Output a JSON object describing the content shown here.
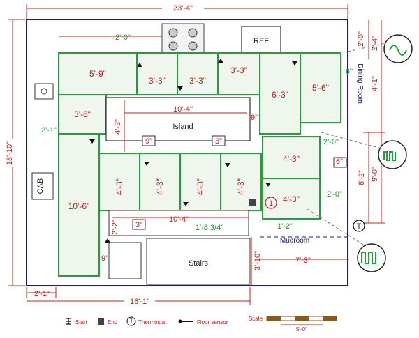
{
  "plan": {
    "overall_width": "23'-4\"",
    "overall_height": "18'-10\"",
    "bottom_width": "16'-1\"",
    "bottom_left": "2'-1\"",
    "left_offset": "2'-1\"",
    "top_clearance": "2'-0\"",
    "right_top_dims": [
      "2'-0\"",
      "2'-4\""
    ],
    "right_side_dims": [
      "4'-1\"",
      "9'-0\"",
      "6'-2\"",
      "3'-10\""
    ],
    "rooms": [
      {
        "id": "r1",
        "label": "5'-9\""
      },
      {
        "id": "r2",
        "label": "3'-3\""
      },
      {
        "id": "r3",
        "label": "3'-3\""
      },
      {
        "id": "r4",
        "label": "3'-3\""
      },
      {
        "id": "r5",
        "label": "6'-3\""
      },
      {
        "id": "r6",
        "label": "5'-6\""
      },
      {
        "id": "r7",
        "label": "3'-6\""
      },
      {
        "id": "r8",
        "label": "10'-6\""
      },
      {
        "id": "r9",
        "label": "4'-3\""
      },
      {
        "id": "r10",
        "label": "4'-3\""
      },
      {
        "id": "r11",
        "label": "4'-3\""
      },
      {
        "id": "r12",
        "label": "4'-3\""
      },
      {
        "id": "r13",
        "label": "4'-3\""
      },
      {
        "id": "r14",
        "label": "4'-3\""
      }
    ],
    "island": {
      "label": "Island",
      "width": "10'-4\"",
      "height": "4'-3\"",
      "side_gap": "9\"",
      "inner_left": "9\"",
      "inner_right": "3\""
    },
    "counter": {
      "width": "10'-4\"",
      "depth": "1'-8 3/4\"",
      "left_gap": "2'-2\"",
      "marker": "3\""
    },
    "labels": {
      "ref": "REF",
      "cab": "CAB",
      "stairs": "Stairs",
      "dining_room": "Dining Room",
      "mudroom": "Mudroom",
      "thermostat": "T",
      "circle_one": "1"
    },
    "misc_dims": {
      "small_6_right": "6\"",
      "small_6_top": "6\"",
      "dim_2_0_a": "2'-0\"",
      "dim_2_0_b": "2'-0\"",
      "dim_1_2": "1'-2\"",
      "dim_7_3": "7'-3\"",
      "dim_9_stairs": "9\""
    }
  },
  "legend": {
    "start": "Start",
    "end": "End",
    "thermostat": "Thermostat",
    "thermostat_symbol": "T",
    "floor_sensor": "Floor sensor",
    "scale_label": "Scale",
    "scale_value": "5'-0\""
  },
  "colors": {
    "dimension": "#d11a1a",
    "room_outline": "#1fa13a",
    "wall": "#1a1a8c"
  }
}
